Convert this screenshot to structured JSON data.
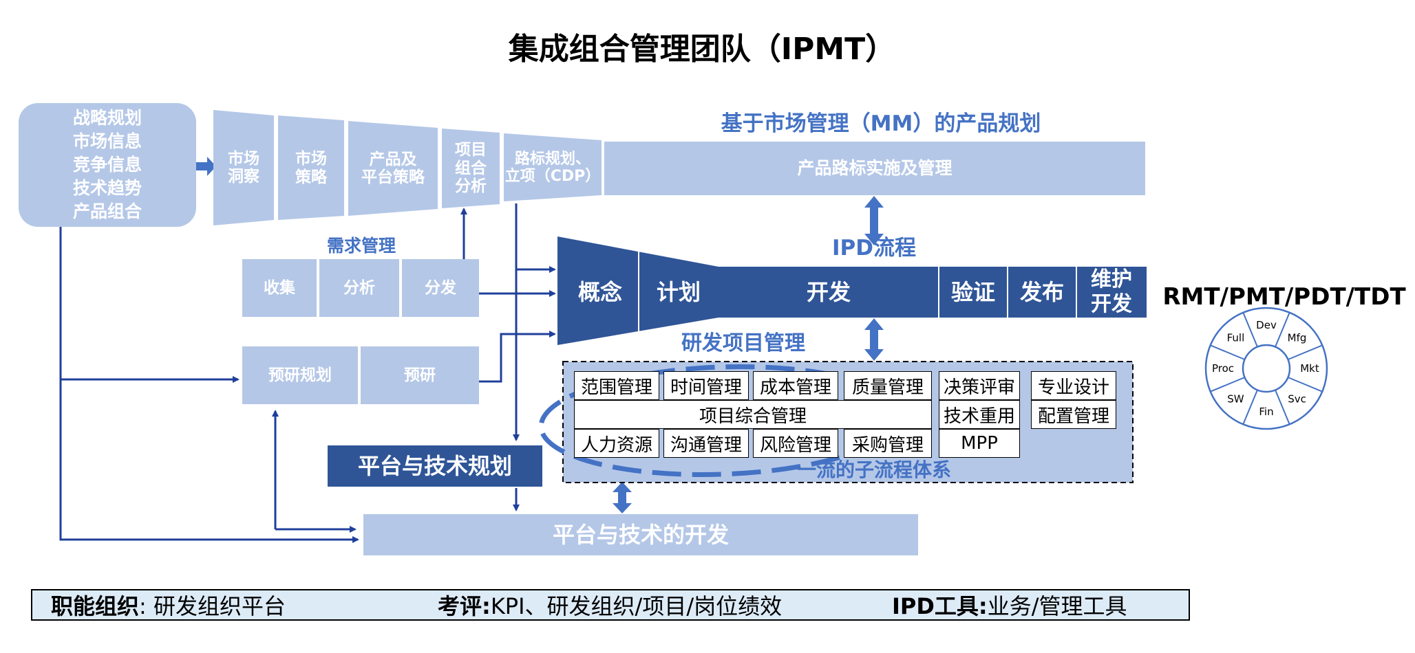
{
  "title": "集成组合管理团队（IPMT）",
  "strategy_box": [
    "战略规划",
    "市场信息",
    "竞争信息",
    "技术趋势",
    "产品组合"
  ],
  "funnel": [
    {
      "label": "市场\n洞察"
    },
    {
      "label": "市场\n策略"
    },
    {
      "label": "产品及\n平台策略"
    },
    {
      "label": "项目\n组合\n分析"
    },
    {
      "label": "路标规划、\n立项（CDP）"
    }
  ],
  "mm_heading": "基于市场管理（MM）的产品规划",
  "roadmap_bar": "产品路标实施及管理",
  "demand": {
    "heading": "需求管理",
    "items": [
      "收集",
      "分析",
      "分发"
    ]
  },
  "research": {
    "items": [
      "预研规划",
      "预研"
    ]
  },
  "ipd": {
    "heading": "IPD流程",
    "stages": [
      "概念",
      "计划",
      "开发",
      "验证",
      "发布",
      "维护\n开发"
    ]
  },
  "project_mgmt": {
    "heading": "研发项目管理",
    "row1": [
      "范围管理",
      "时间管理",
      "成本管理",
      "质量管理"
    ],
    "integrated": "项目综合管理",
    "row3": [
      "人力资源",
      "沟通管理",
      "风险管理",
      "采购管理"
    ],
    "col2": [
      "决策评审",
      "技术重用",
      "MPP"
    ],
    "col3": [
      "专业设计",
      "配置管理"
    ],
    "subprocess_label": "一流的子流程体系"
  },
  "platform_planning": "平台与技术规划",
  "platform_dev": "平台与技术的开发",
  "teams": {
    "title": "RMT/PMT/PDT/TDT",
    "wheel": [
      "Dev",
      "Mfg",
      "Mkt",
      "Svc",
      "Fin",
      "SW",
      "Proc",
      "Full"
    ]
  },
  "bottom_bar": {
    "org_label": "职能组织",
    "org_value": ": 研发组织平台",
    "eval_label": "考评:",
    "eval_value": " KPI、研发组织/项目/岗位绩效",
    "tool_label": "IPD工具:",
    "tool_value": " 业务/管理工具"
  },
  "colors": {
    "light": "#b4c7e7",
    "dark": "#2f5597",
    "accent": "#4472c4",
    "arrow": "#1f3f9a",
    "panel": "#b4c7e7"
  }
}
